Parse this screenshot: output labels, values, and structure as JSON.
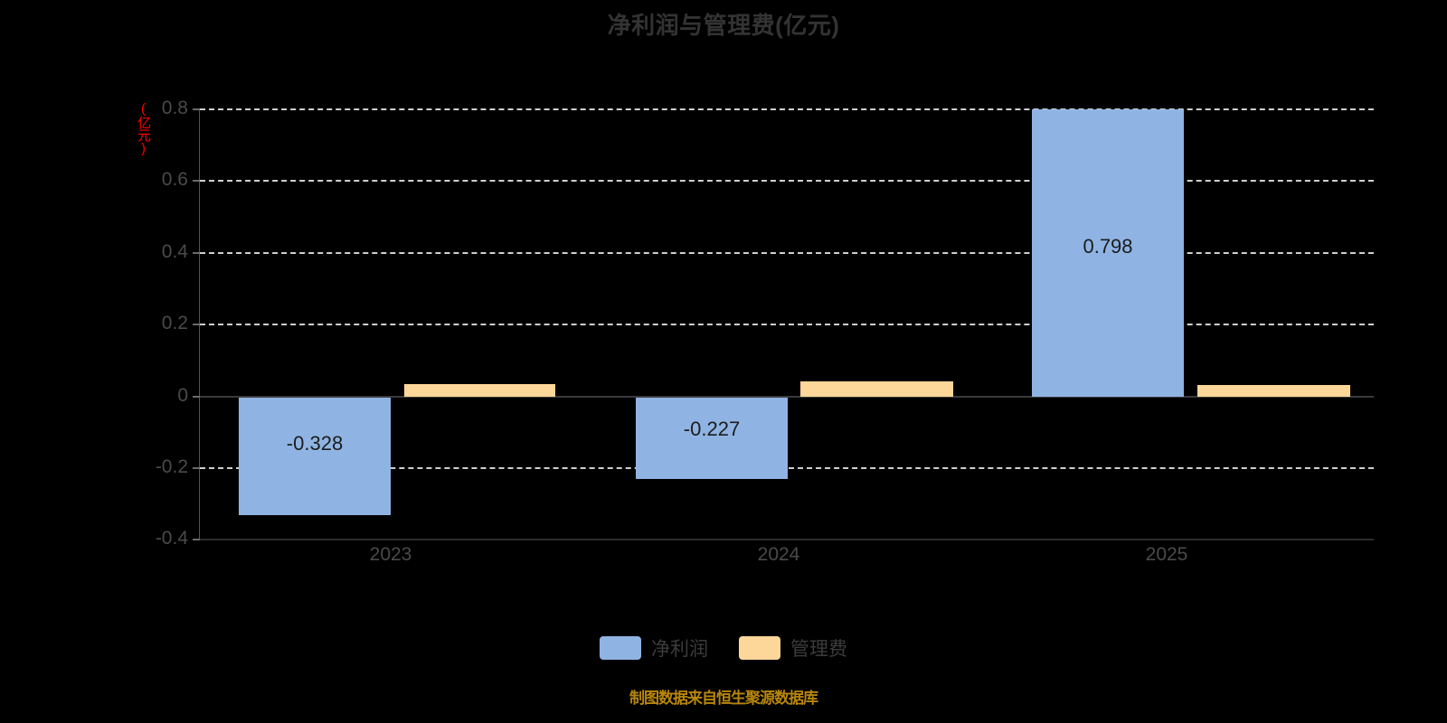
{
  "chart_data": {
    "type": "bar",
    "title": "净利润与管理费(亿元)",
    "xlabel": "",
    "ylabel": "(亿元)",
    "ylim": [
      -0.4,
      0.8
    ],
    "yticks": [
      "0.8",
      "0.6",
      "0.4",
      "0.2",
      "0",
      "-0.2",
      "-0.4"
    ],
    "ytick_values": [
      0.8,
      0.6,
      0.4,
      0.2,
      0,
      -0.2,
      -0.4
    ],
    "grid": true,
    "legend_position": "bottom",
    "categories": [
      "2023",
      "2024",
      "2025"
    ],
    "series": [
      {
        "name": "净利润",
        "color": "#8fb4e3",
        "values": [
          -0.328,
          -0.227,
          0.798
        ],
        "labels": [
          "-0.328",
          "-0.227",
          "0.798"
        ]
      },
      {
        "name": "管理费",
        "color": "#fdd69a",
        "values": [
          0.034,
          0.042,
          0.033
        ],
        "labels": [
          "",
          "",
          ""
        ]
      }
    ],
    "annotations": [
      "制图数据来自恒生聚源数据库"
    ]
  },
  "header": {
    "title": "净利润与管理费(亿元)"
  },
  "axes": {
    "y_unit_label": "(亿元)",
    "y_ticks": [
      {
        "label": "0.8"
      },
      {
        "label": "0.6"
      },
      {
        "label": "0.4"
      },
      {
        "label": "0.2"
      },
      {
        "label": "0"
      },
      {
        "label": "-0.2"
      },
      {
        "label": "-0.4"
      }
    ],
    "x_ticks": [
      {
        "label": "2023"
      },
      {
        "label": "2024"
      },
      {
        "label": "2025"
      }
    ]
  },
  "bars": {
    "net_profit_2023": "-0.328",
    "net_profit_2024": "-0.227",
    "net_profit_2025": "0.798"
  },
  "legend": {
    "items": [
      {
        "label": "净利润",
        "color": "#8fb4e3"
      },
      {
        "label": "管理费",
        "color": "#fdd69a"
      }
    ]
  },
  "footer": {
    "note": "制图数据来自恒生聚源数据库",
    "color": "#b8860b"
  }
}
